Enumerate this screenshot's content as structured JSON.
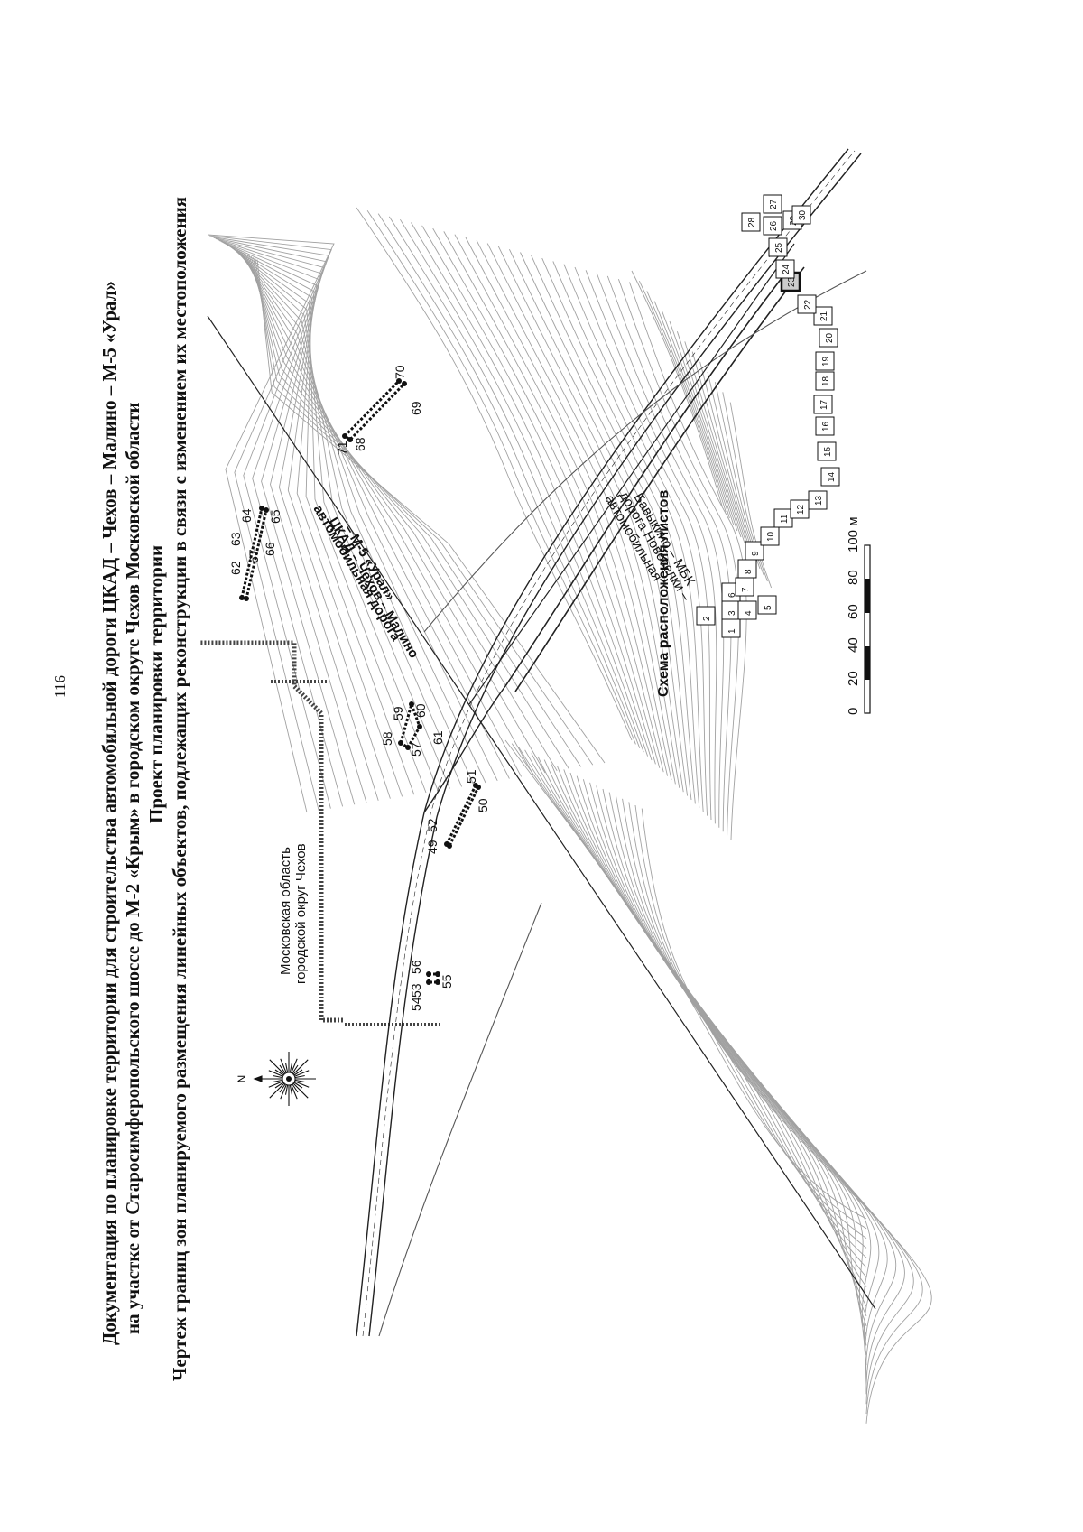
{
  "page_number": "116",
  "header": {
    "line1": "Документация по планировке территории для строительства автомобильной дороги ЦКАД – Чехов – Малино – М-5 «Урал»",
    "line2": "на участке от Старосимферопольского шоссе до М-2 «Крым» в городском округе Чехов Московской области",
    "line3": "Проект планировки территории",
    "line4": "Чертеж границ зон планируемого размещения линейных объектов, подлежащих реконструкции в связи с изменением их местоположения"
  },
  "map": {
    "north_label": "N",
    "region_label_1": "Московская область",
    "region_label_2": "городской округ Чехов",
    "road_main_1": "автомобильная дорога",
    "road_main_2": "ЦКАД – Чехов – Малино",
    "road_main_3": "– М-5 «Урал»",
    "road_secondary_1": "автомобильная",
    "road_secondary_2": "дорога Новоселки –",
    "road_secondary_3": "Бавыкино – МБК",
    "points": [
      "49",
      "50",
      "51",
      "52",
      "53",
      "54",
      "55",
      "56",
      "57",
      "58",
      "59",
      "60",
      "61",
      "62",
      "63",
      "64",
      "65",
      "66",
      "67",
      "68",
      "69",
      "70",
      "71"
    ]
  },
  "sheet_scheme": {
    "title": "Схема расположения листов",
    "sheets": [
      "1",
      "2",
      "3",
      "4",
      "5",
      "6",
      "7",
      "8",
      "9",
      "10",
      "11",
      "12",
      "13",
      "14",
      "15",
      "16",
      "17",
      "18",
      "19",
      "20",
      "21",
      "22",
      "23",
      "24",
      "25",
      "26",
      "27",
      "28",
      "29",
      "30"
    ],
    "current_sheet": "23"
  },
  "scale_bar": {
    "ticks": [
      "0",
      "20",
      "40",
      "60",
      "80",
      "100 м"
    ]
  }
}
